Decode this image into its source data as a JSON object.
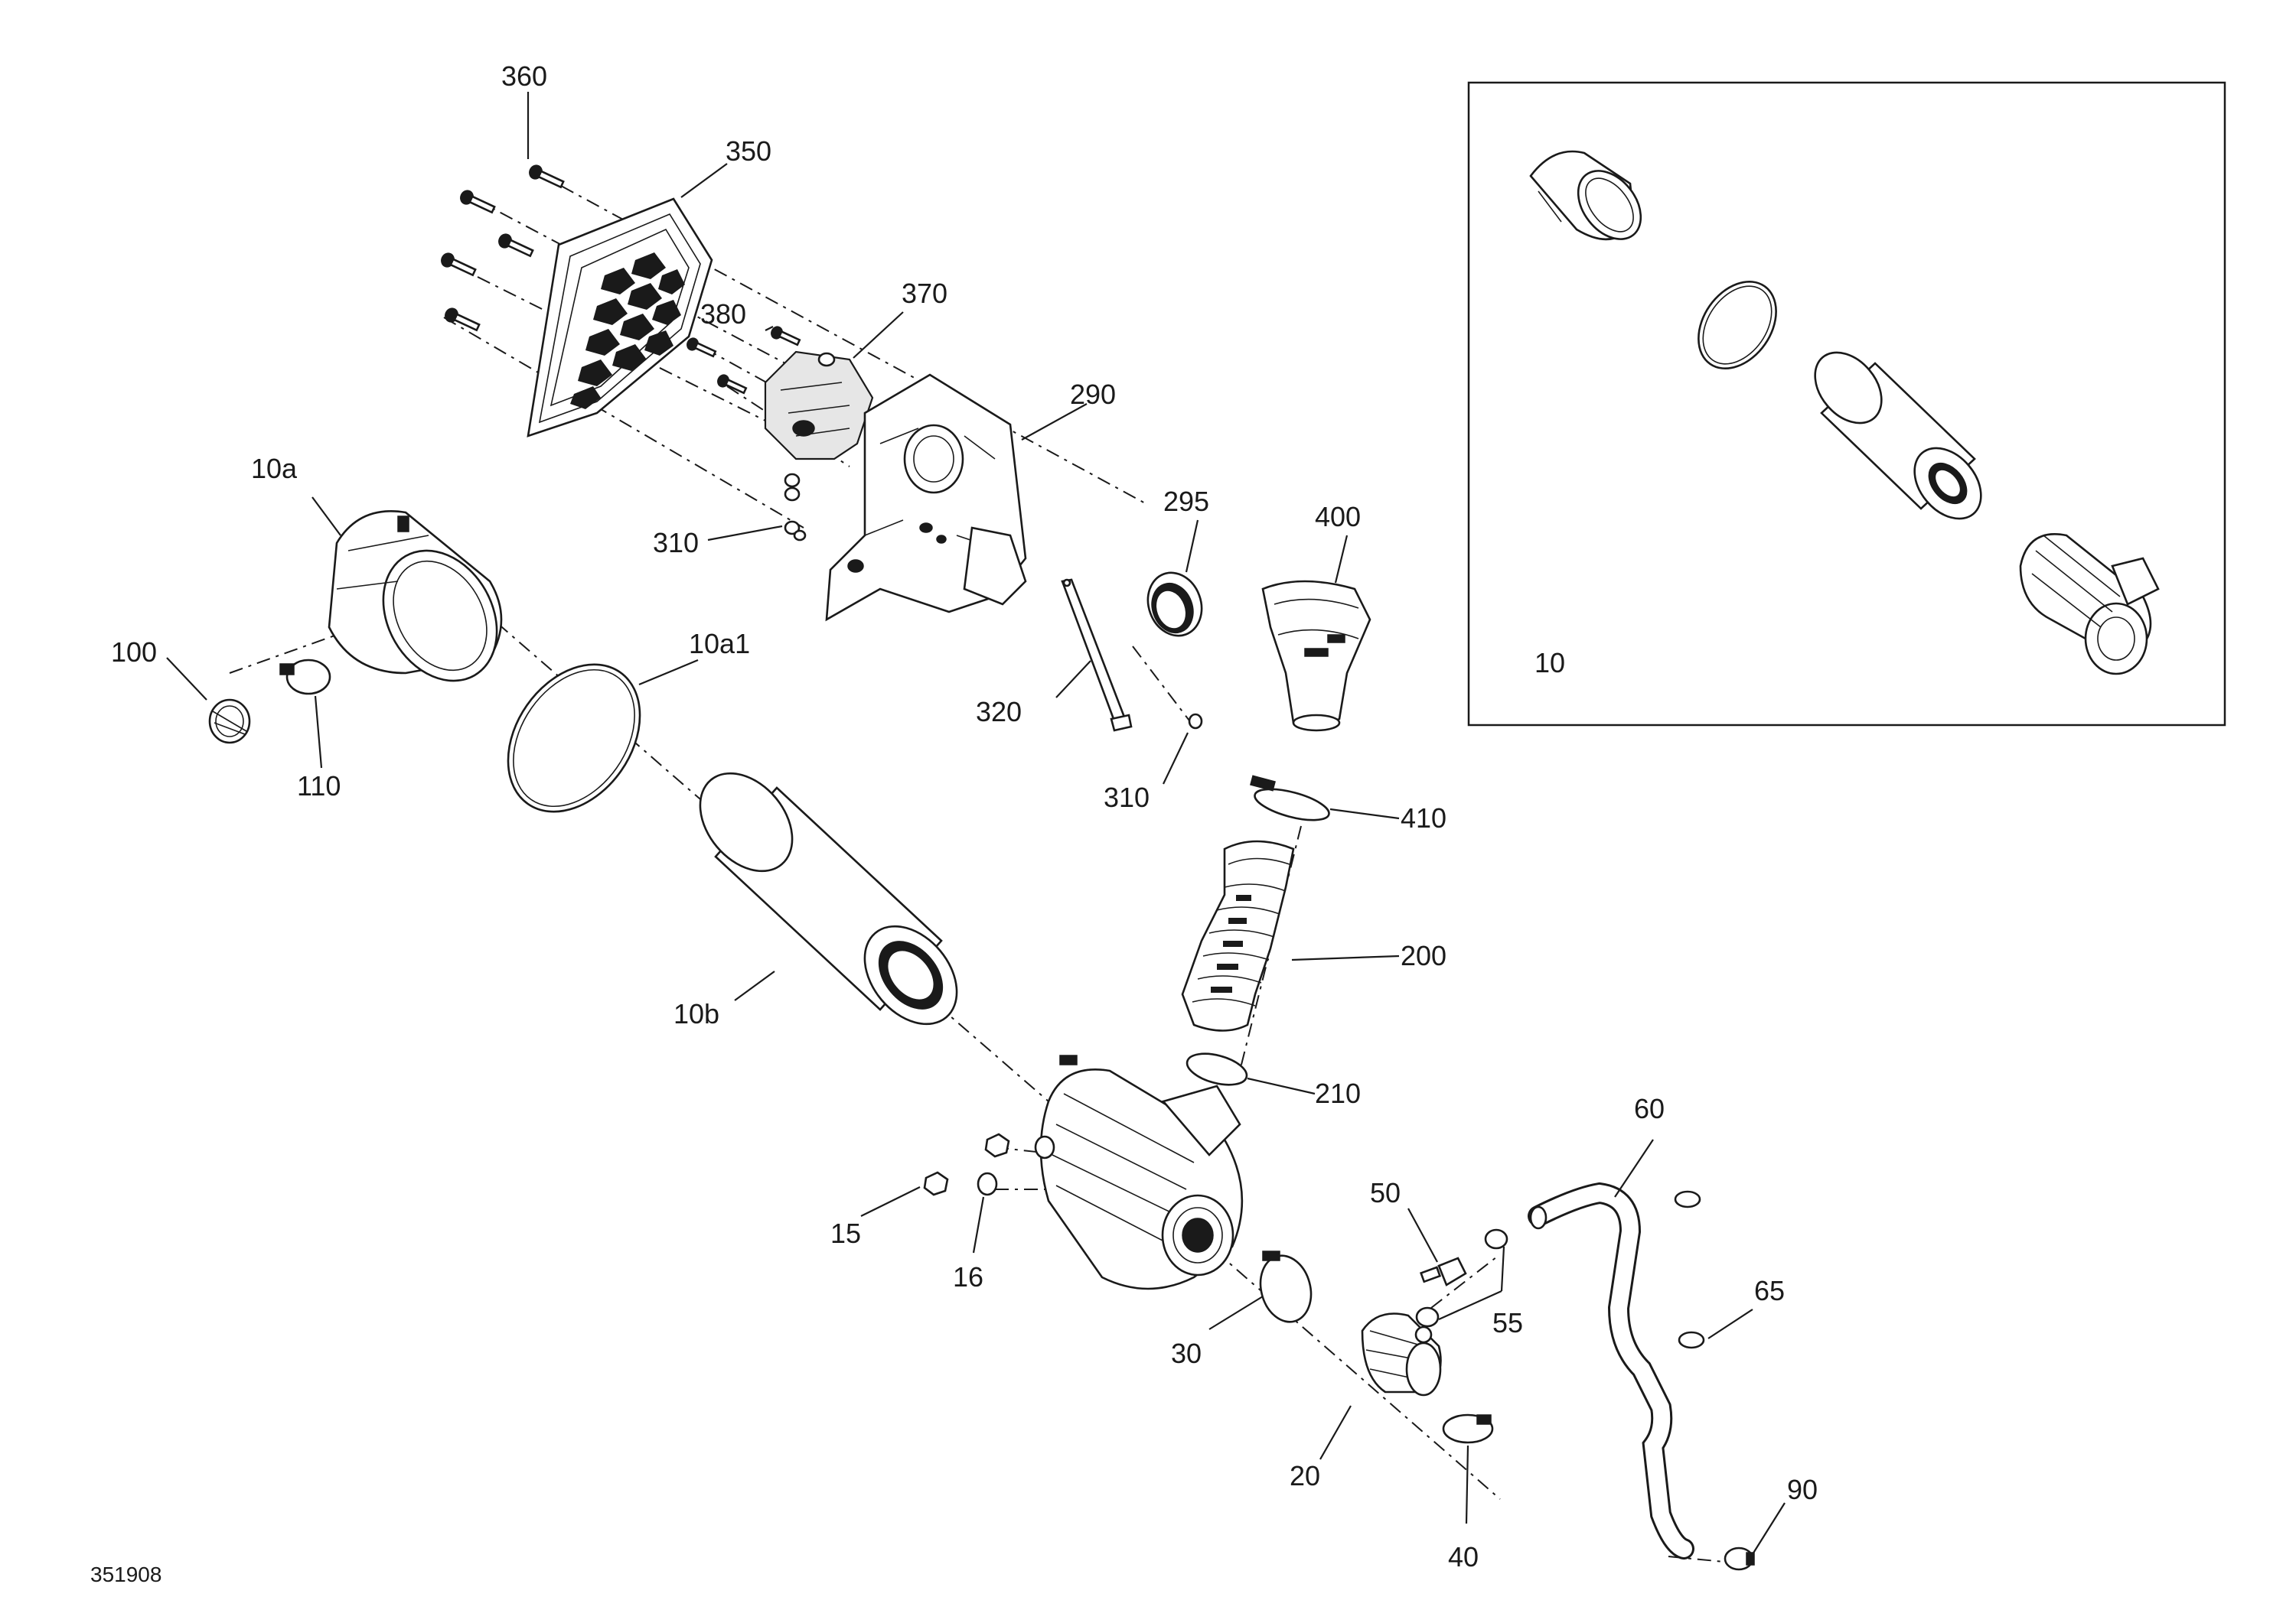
{
  "diagram_id": "351908",
  "inset_label": "10",
  "callouts": {
    "c360": "360",
    "c350": "350",
    "c370": "370",
    "c380": "380",
    "c290": "290",
    "c295": "295",
    "c400": "400",
    "c10a": "10a",
    "c100": "100",
    "c110": "110",
    "c10a1": "10a1",
    "c310a": "310",
    "c320": "320",
    "c310b": "310",
    "c410": "410",
    "c200": "200",
    "c10b": "10b",
    "c210": "210",
    "c60": "60",
    "c50": "50",
    "c15": "15",
    "c16": "16",
    "c55": "55",
    "c65": "65",
    "c30": "30",
    "c20": "20",
    "c40": "40",
    "c90": "90"
  }
}
